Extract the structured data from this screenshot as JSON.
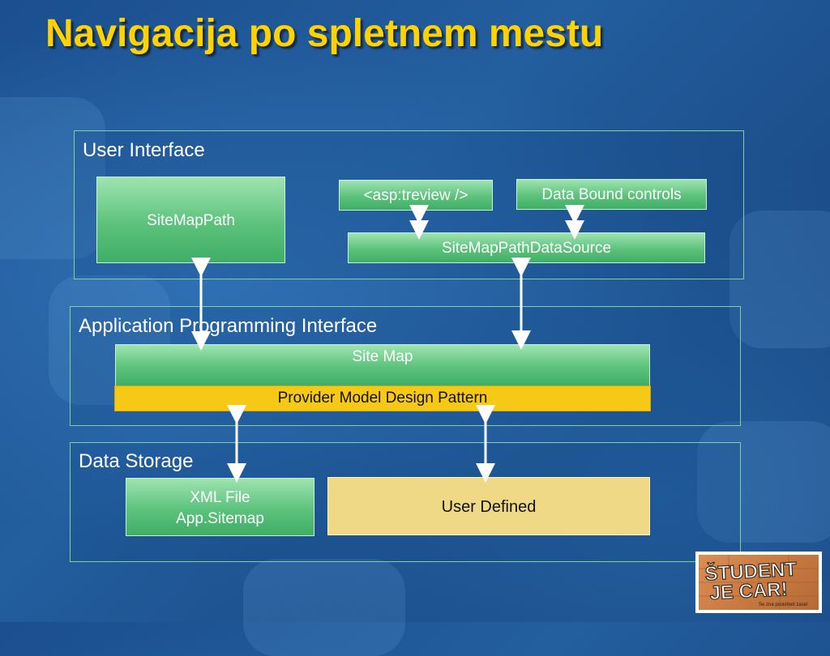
{
  "slide": {
    "title": "Navigacija po spletnem mestu"
  },
  "colors": {
    "title": "#ffd200",
    "green_box": "#5cc27c",
    "yellow_bar": "#f5c916",
    "user_defined": "#efd986",
    "panel_border": "#7fd39a"
  },
  "panels": {
    "ui": {
      "label": "User Interface",
      "sitemappath": "SiteMapPath",
      "treeview": "<asp:treview />",
      "databound": "Data Bound controls",
      "datasource": "SiteMapPathDataSource"
    },
    "api": {
      "label": "Application Programming Interface",
      "sitemap": "Site Map",
      "provider": "Provider Model Design Pattern"
    },
    "storage": {
      "label": "Data Storage",
      "xml_line1": "XML File",
      "xml_line2": "App.Sitemap",
      "user_defined": "User Defined"
    }
  },
  "logo": {
    "text_line1": "ŠTUDENT",
    "text_line2": "JE CAR!",
    "tagline": "Se zna poskrbeti zase!"
  }
}
